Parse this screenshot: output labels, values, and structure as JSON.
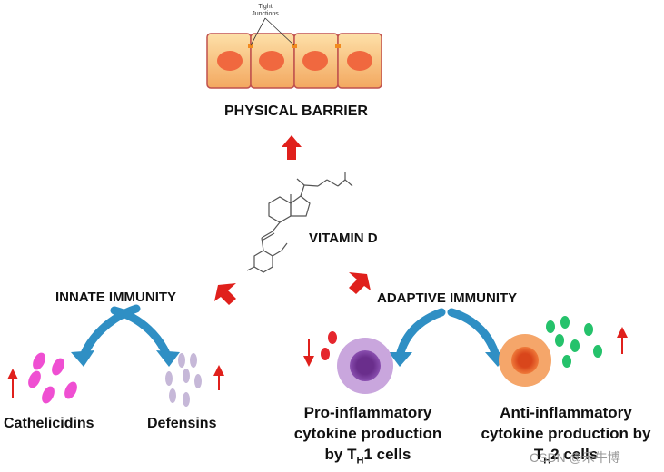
{
  "barrier": {
    "title": "PHYSICAL BARRIER",
    "tight_junctions_line1": "Tight",
    "tight_junctions_line2": "Junctions"
  },
  "vitamin": {
    "label": "VITAMIN D"
  },
  "innate": {
    "title": "INNATE IMMUNITY",
    "left_label": "Cathelicidins",
    "right_label": "Defensins"
  },
  "adaptive": {
    "title": "ADAPTIVE IMMUNITY",
    "left_caption_line1": "Pro-inflammatory",
    "left_caption_line2": "cytokine production",
    "left_caption_line3_pre": "by T",
    "left_caption_line3_sub": "H",
    "left_caption_line3_post": "1 cells",
    "right_caption_line1": "Anti-inflammatory",
    "right_caption_line2": "cytokine production by",
    "right_caption_line3_pre": "T",
    "right_caption_line3_sub": "H",
    "right_caption_line3_post": "2 cells"
  },
  "watermark": "CSDN @禾牛博",
  "colors": {
    "cell_fill": "#f7c07a",
    "cell_border": "#c0504d",
    "nucleus": "#f0683f",
    "arrow_red": "#e0201c",
    "arrow_blue": "#2f8fc4",
    "cathelicidin": "#ef4fd2",
    "defensin": "#c6b8d8",
    "th1_outer": "#c9a6dd",
    "th1_inner": "#6a2e8c",
    "th2_outer": "#f5a66a",
    "th2_inner": "#e05a26",
    "pro_dot": "#e5262d",
    "anti_dot": "#25c26b"
  }
}
